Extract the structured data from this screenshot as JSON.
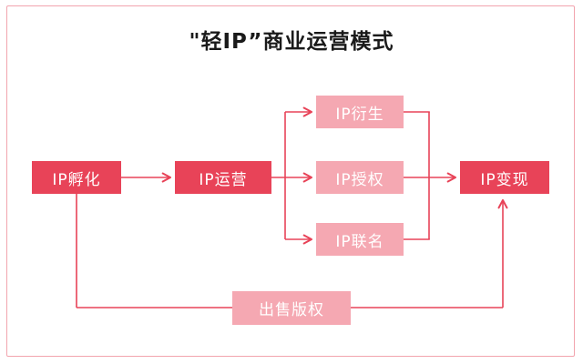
{
  "title": "\"轻IP”商业运营模式",
  "colors": {
    "node_red": "#e84358",
    "node_pink": "#f5a8b2",
    "arrow": "#e84358",
    "frame_border": "#f2a4ae",
    "node_text": "#ffffff",
    "title_text": "#1a1a1a",
    "background": "#ffffff"
  },
  "nodes": {
    "incubation": {
      "label": "IP孵化",
      "variant": "red"
    },
    "operation": {
      "label": "IP运营",
      "variant": "red"
    },
    "derivative": {
      "label": "IP衍生",
      "variant": "pink"
    },
    "licensing": {
      "label": "IP授权",
      "variant": "pink"
    },
    "cobranding": {
      "label": "IP联名",
      "variant": "pink"
    },
    "monetization": {
      "label": "IP变现",
      "variant": "red"
    },
    "sell_copyright": {
      "label": "出售版权",
      "variant": "pink"
    }
  },
  "edges": [
    {
      "from": "IP孵化",
      "to": "IP运营"
    },
    {
      "from": "IP运营",
      "to": "IP衍生"
    },
    {
      "from": "IP运营",
      "to": "IP授权"
    },
    {
      "from": "IP运营",
      "to": "IP联名"
    },
    {
      "from": "IP衍生",
      "to": "IP变现"
    },
    {
      "from": "IP授权",
      "to": "IP变现"
    },
    {
      "from": "IP联名",
      "to": "IP变现"
    },
    {
      "from": "IP孵化",
      "to": "IP变现",
      "via": "出售版权"
    }
  ]
}
